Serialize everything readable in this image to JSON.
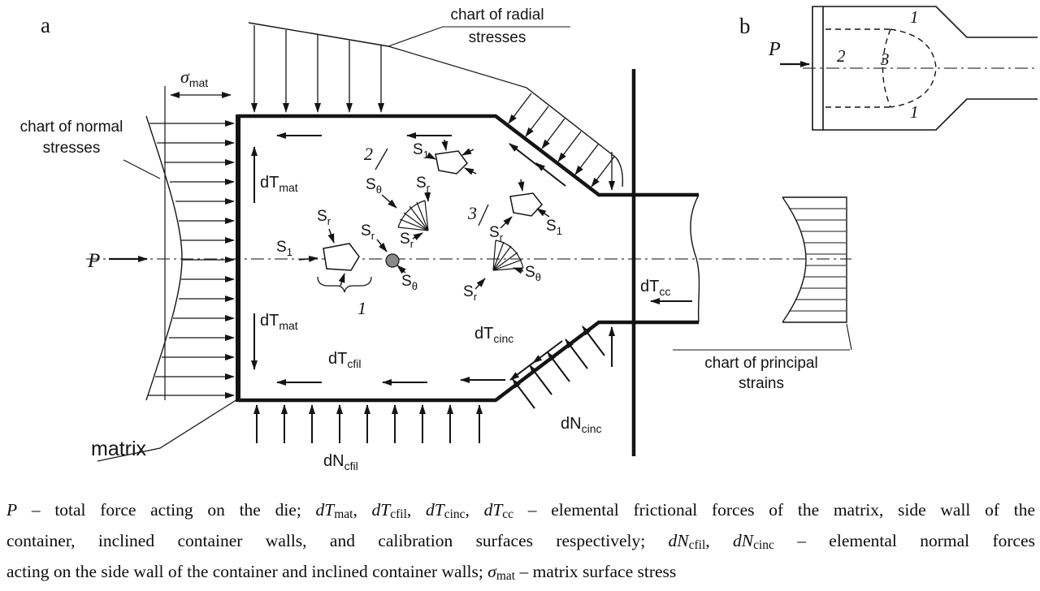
{
  "panel_a": {
    "label": "a",
    "p_label": "P",
    "sigma_base": "σ",
    "sigma_sub": "mat",
    "matrix_label": "matrix",
    "chart_radial_line1": "chart of radial",
    "chart_radial_line2": "stresses",
    "chart_normal_line1": "chart of normal",
    "chart_normal_line2": "stresses",
    "chart_principal_line1": "chart of principal",
    "chart_principal_line2": "strains",
    "dT": "dT",
    "dN": "dN",
    "sub_mat": "mat",
    "sub_cfil": "cfil",
    "sub_cinc": "cinc",
    "sub_cc": "cc",
    "S": "S",
    "sub_1": "1",
    "sub_r": "r",
    "sub_theta": "θ",
    "num_1": "1",
    "num_2": "2",
    "num_3": "3"
  },
  "panel_b": {
    "label": "b",
    "p_label": "P",
    "zone_1": "1",
    "zone_2": "2",
    "zone_3": "3"
  },
  "caption": {
    "l1": [
      "P",
      " – total force acting on the die; ",
      "dT",
      "mat",
      ", ",
      "dT",
      "cfil",
      ", ",
      "dT",
      "cinc",
      ", ",
      "dT",
      "cc",
      " – elemental frictional forces of the matrix, side wall of the"
    ],
    "l2": [
      "container, inclined container walls, and calibration surfaces respectively; ",
      "dN",
      "cfil",
      ", ",
      "dN",
      "cinc",
      " – elemental normal forces"
    ],
    "l3": [
      "acting on the side wall of the container and inclined container walls; ",
      "σ",
      "mat",
      " – matrix surface stress"
    ]
  }
}
